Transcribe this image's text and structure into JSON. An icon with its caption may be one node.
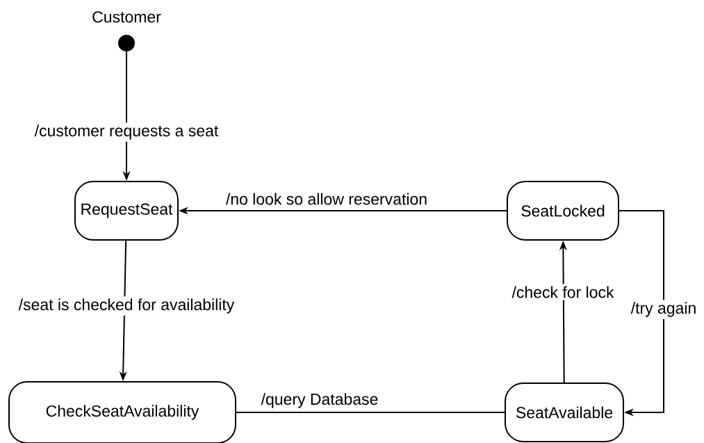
{
  "diagram": {
    "nodes": [
      {
        "text": [],
        "shape": "circle",
        "beside": [
          "Customer"
        ]
      },
      {
        "text": [
          "RequestSeat"
        ]
      },
      {
        "text": [
          "SeatLocked"
        ]
      },
      {
        "text": [
          "CheckSeatAvailability"
        ]
      },
      {
        "text": [
          "SeatAvailable"
        ]
      }
    ],
    "edges": [
      {
        "from": 0,
        "to": 1,
        "arrow": "to",
        "label": "/customer requests a seat"
      },
      {
        "from": 2,
        "to": 1,
        "arrow": "to",
        "label": "/no look so allow reservation"
      },
      {
        "from": 1,
        "to": 3,
        "arrow": "to",
        "label": "/seat is checked for availability"
      },
      {
        "from": 3,
        "to": 4,
        "arrow": "none",
        "label": "/query Database"
      },
      {
        "from": 4,
        "to": 2,
        "arrow": "to",
        "label": "/check for lock"
      },
      {
        "from": 2,
        "to": 4,
        "arrow": "to",
        "label": "/try again"
      }
    ]
  }
}
